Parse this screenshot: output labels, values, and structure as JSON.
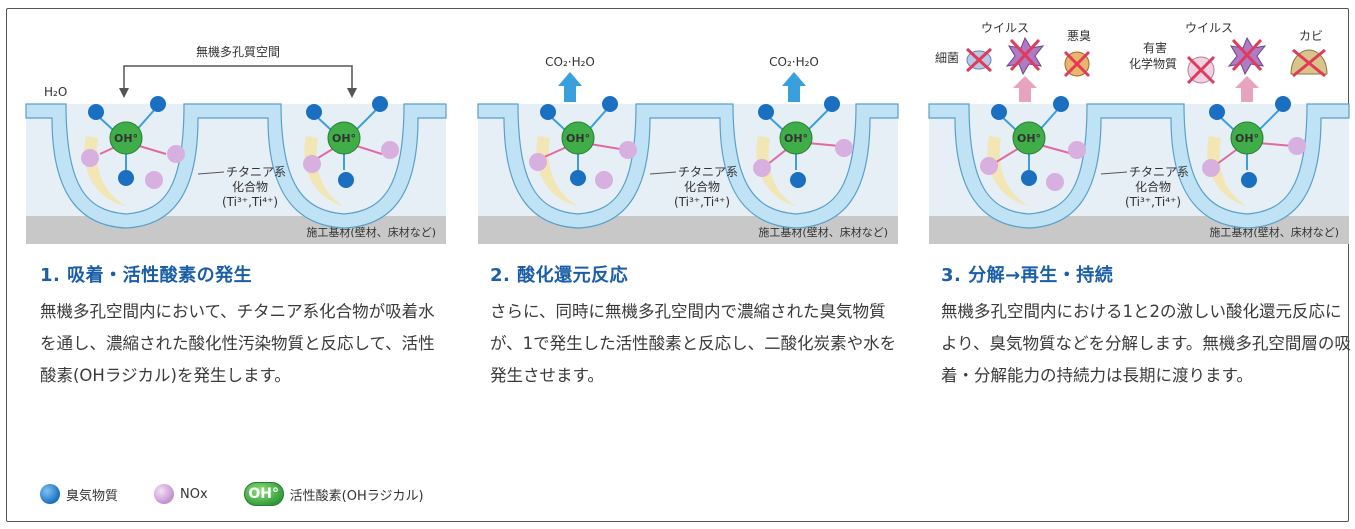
{
  "colors": {
    "title_blue": "#1a5ea8",
    "pore_blue": "#bfe3f5",
    "odor_blue": "#1a6fc0",
    "nox_pink": "#c08acc",
    "radical_green": "#2f9a3a",
    "arrow_blue": "#3aa0dd",
    "arrow_pink": "#e06aa0"
  },
  "panels": [
    {
      "h2o": "H₂O",
      "space_label": "無機多孔質空間",
      "titania_label_1": "チタニア系",
      "titania_label_2": "化合物",
      "titania_label_3": "(Ti³⁺,Ti⁴⁺)",
      "substrate": "施工基材(壁材、床材など)",
      "radical": "OH°",
      "radical_2": "OH°"
    },
    {
      "co2_left": "CO₂·H₂O",
      "co2_right": "CO₂·H₂O",
      "titania_label_1": "チタニア系",
      "titania_label_2": "化合物",
      "titania_label_3": "(Ti³⁺,Ti⁴⁺)",
      "substrate": "施工基材(壁材、床材など)",
      "radical": "OH°",
      "radical_2": "OH°"
    },
    {
      "virus_1": "ウイルス",
      "bacteria": "細菌",
      "odor": "悪臭",
      "virus_2": "ウイルス",
      "mold": "カビ",
      "harmful_1": "有害",
      "harmful_2": "化学物質",
      "titania_label_1": "チタニア系",
      "titania_label_2": "化合物",
      "titania_label_3": "(Ti³⁺,Ti⁴⁺)",
      "substrate": "施工基材(壁材、床材など)",
      "radical": "OH°",
      "radical_2": "OH°"
    }
  ],
  "sections": [
    {
      "title": "1. 吸着・活性酸素の発生",
      "body": "無機多孔空間内において、チタニア系化合物が吸着水を通し、濃縮された酸化性汚染物質と反応して、活性酸素(OHラジカル)を発生します。"
    },
    {
      "title": "2. 酸化還元反応",
      "body": "さらに、同時に無機多孔空間内で濃縮された臭気物質が、1で発生した活性酸素と反応し、二酸化炭素や水を発生させます。"
    },
    {
      "title": "3. 分解→再生・持続",
      "body": "無機多孔空間内における1と2の激しい酸化還元反応により、臭気物質などを分解します。無機多孔空間層の吸着・分解能力の持続力は長期に渡ります。"
    }
  ],
  "legend": [
    {
      "icon": "odor-molecule-icon",
      "label": "臭気物質"
    },
    {
      "icon": "nox-molecule-icon",
      "label": "NOx"
    },
    {
      "icon": "oh-radical-icon",
      "badge": "OH°",
      "label": "活性酸素(OHラジカル)"
    }
  ]
}
